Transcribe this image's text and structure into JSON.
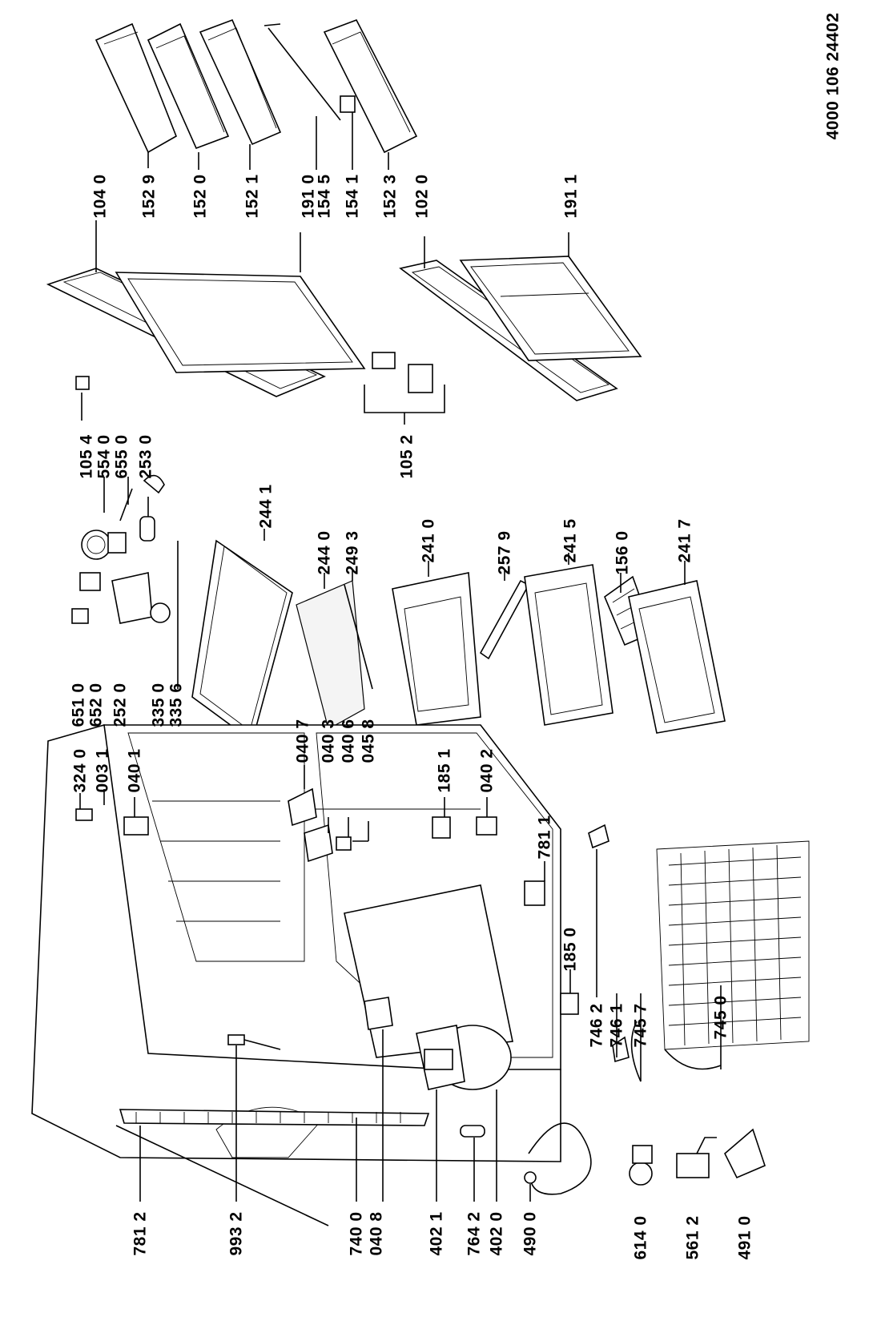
{
  "document_number": "4000 106 24402",
  "labels": [
    "152 9",
    "152 0",
    "152 1",
    "191 0",
    "154 5",
    "154 1",
    "152 3",
    "104 0",
    "102 0",
    "191 1",
    "105 4",
    "554 0",
    "655 0",
    "253 0",
    "105 2",
    "651 0",
    "652 0",
    "252 0",
    "335 0",
    "335 6",
    "244 1",
    "244 0",
    "249 3",
    "241 0",
    "257 9",
    "241 5",
    "156 0",
    "241 7",
    "324 0",
    "003 1",
    "040 1",
    "040 7",
    "040 3",
    "040 6",
    "045 8",
    "185 1",
    "040 2",
    "781 1",
    "185 0",
    "746 2",
    "746 1",
    "745 7",
    "745 0",
    "781 2",
    "993 2",
    "740 0",
    "040 8",
    "402 1",
    "764 2",
    "402 0",
    "490 0",
    "614 0",
    "561 2",
    "491 0"
  ]
}
